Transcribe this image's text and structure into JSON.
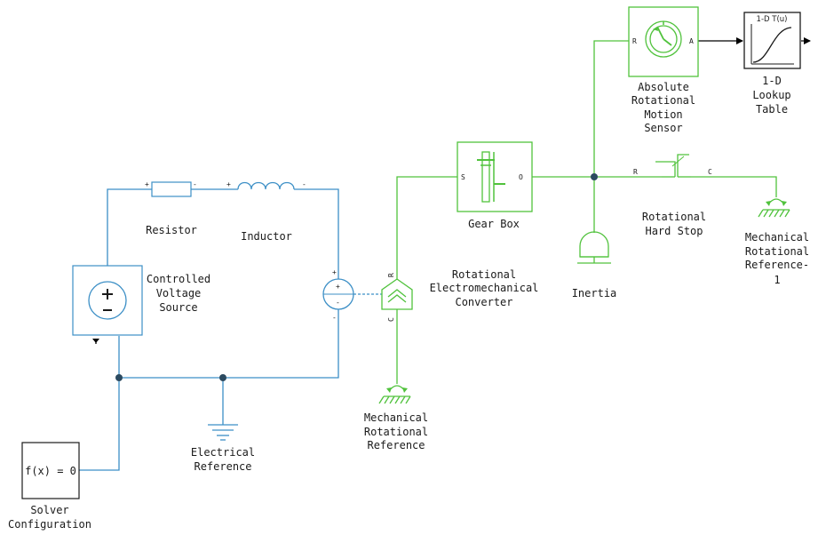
{
  "colors": {
    "electrical": "#3c8fc6",
    "mechanical": "#50c23c",
    "signal": "#000000",
    "background": "#ffffff"
  },
  "blocks": {
    "resistor": {
      "label": "Resistor",
      "port_plus": "+",
      "port_minus": "-"
    },
    "inductor": {
      "label": "Inductor",
      "port_plus": "+",
      "port_minus": "-"
    },
    "voltage_source": {
      "label_lines": [
        "Controlled",
        "Voltage",
        "Source"
      ],
      "plus_glyph": "+",
      "minus_glyph": "-"
    },
    "converter": {
      "label_lines": [
        "Rotational",
        "Electromechanical",
        "Converter"
      ],
      "port_plus": "+",
      "port_minus": "-",
      "port_r": "R",
      "port_c": "C"
    },
    "electrical_reference": {
      "label_lines": [
        "Electrical",
        "Reference"
      ]
    },
    "solver": {
      "text": "f(x) = 0",
      "label_lines": [
        "Solver",
        "Configuration"
      ]
    },
    "mech_ref": {
      "label_lines": [
        "Mechanical",
        "Rotational",
        "Reference"
      ]
    },
    "gear_box": {
      "label": "Gear Box",
      "port_s": "S",
      "port_o": "O"
    },
    "inertia": {
      "label": "Inertia"
    },
    "hard_stop": {
      "label_lines": [
        "Rotational",
        "Hard Stop"
      ],
      "port_r": "R",
      "port_c": "C"
    },
    "mech_ref_1": {
      "label_lines": [
        "Mechanical",
        "Rotational",
        "Reference-",
        "1"
      ]
    },
    "motion_sensor": {
      "label_lines": [
        "Absolute",
        "Rotational",
        "Motion",
        "Sensor"
      ],
      "port_r": "R",
      "port_a": "A"
    },
    "lookup_table": {
      "header": "1-D T(u)",
      "label_lines": [
        "1-D",
        "Lookup",
        "Table"
      ]
    }
  }
}
